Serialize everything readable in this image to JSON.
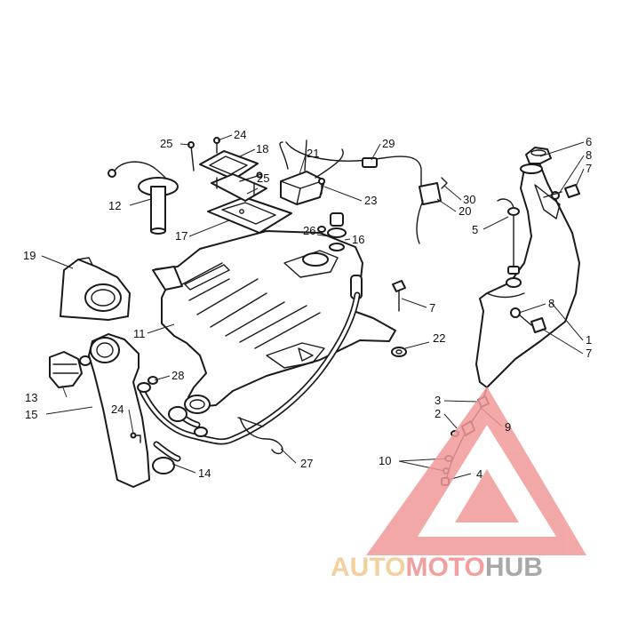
{
  "callouts": [
    {
      "id": "c25a",
      "label": "25"
    },
    {
      "id": "c24a",
      "label": "24"
    },
    {
      "id": "c18",
      "label": "18"
    },
    {
      "id": "c21",
      "label": "21"
    },
    {
      "id": "c29",
      "label": "29"
    },
    {
      "id": "c6",
      "label": "6"
    },
    {
      "id": "c8a",
      "label": "8"
    },
    {
      "id": "c7a",
      "label": "7"
    },
    {
      "id": "c12",
      "label": "12"
    },
    {
      "id": "c25b",
      "label": "25"
    },
    {
      "id": "c23",
      "label": "23"
    },
    {
      "id": "c30",
      "label": "30"
    },
    {
      "id": "c20",
      "label": "20"
    },
    {
      "id": "c5",
      "label": "5"
    },
    {
      "id": "c17",
      "label": "17"
    },
    {
      "id": "c26",
      "label": "26"
    },
    {
      "id": "c16",
      "label": "16"
    },
    {
      "id": "c19",
      "label": "19"
    },
    {
      "id": "c7b",
      "label": "7"
    },
    {
      "id": "c8b",
      "label": "8"
    },
    {
      "id": "c11",
      "label": "11"
    },
    {
      "id": "c22",
      "label": "22"
    },
    {
      "id": "c1",
      "label": "1"
    },
    {
      "id": "c7c",
      "label": "7"
    },
    {
      "id": "c13",
      "label": "13"
    },
    {
      "id": "c28",
      "label": "28"
    },
    {
      "id": "c3",
      "label": "3"
    },
    {
      "id": "c2",
      "label": "2"
    },
    {
      "id": "c9",
      "label": "9"
    },
    {
      "id": "c15",
      "label": "15"
    },
    {
      "id": "c24b",
      "label": "24"
    },
    {
      "id": "c10",
      "label": "10"
    },
    {
      "id": "c4",
      "label": "4"
    },
    {
      "id": "c27",
      "label": "27"
    },
    {
      "id": "c14",
      "label": "14"
    }
  ],
  "watermark": {
    "brand_part1": "AUTO",
    "brand_part2": "MOTO",
    "brand_part3": "HUB",
    "color_part1": "#f2c98f",
    "color_part2": "#f08f8f",
    "color_part3": "#9a9a9a",
    "triangle_color": "#f29a9a"
  }
}
